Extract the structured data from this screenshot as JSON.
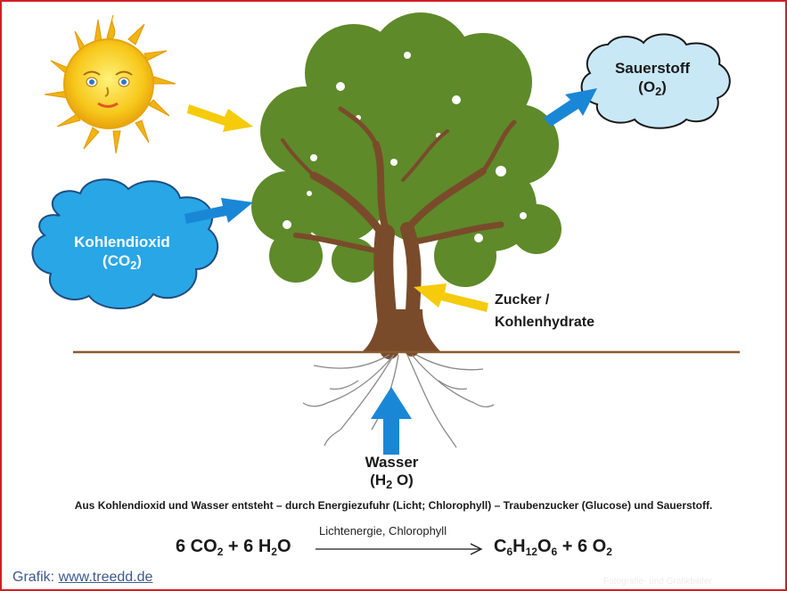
{
  "diagram": {
    "co2_cloud": {
      "line1": "Kohlendioxid",
      "line2_prefix": "(CO",
      "line2_sub": "2",
      "line2_suffix": ")"
    },
    "o2_cloud": {
      "line1": "Sauerstoff",
      "line2_prefix": "(O",
      "line2_sub": "2",
      "line2_suffix": ")"
    },
    "sugar_label": {
      "line1": "Zucker /",
      "line2": "Kohlenhydrate"
    },
    "water_label": {
      "line1": "Wasser",
      "line2_prefix": "(H",
      "line2_sub": "2",
      "line2_suffix": " O)"
    },
    "caption": "Aus Kohlendioxid und Wasser entsteht – durch Energiezufuhr (Licht; Chlorophyll) – Traubenzucker (Glucose) und Sauerstoff.",
    "equation": {
      "left": {
        "t1": "6 CO",
        "s1": "2",
        "t2": " + 6 H",
        "s2": "2",
        "t3": "O"
      },
      "condition": "Lichtenergie, Chlorophyll",
      "right": {
        "t1": "C",
        "s1": "6",
        "t2": "H",
        "s2": "12",
        "t3": "O",
        "s3": "6",
        "t4": " + 6 O",
        "s4": "2"
      }
    },
    "credit": {
      "prefix": "Grafik: ",
      "link_text": "www.treedd.de"
    },
    "watermark": "Fotografie- und Grafikbilder",
    "colors": {
      "border": "#d11f24",
      "yellow_arrow": "#f5cb0c",
      "blue_arrow": "#1a87d6",
      "co2_cloud": "#29a6e6",
      "o2_cloud": "#c9e8f6",
      "foliage": "#5e8a2a",
      "trunk": "#7a4b2a",
      "ground": "#8a5a2e"
    }
  }
}
